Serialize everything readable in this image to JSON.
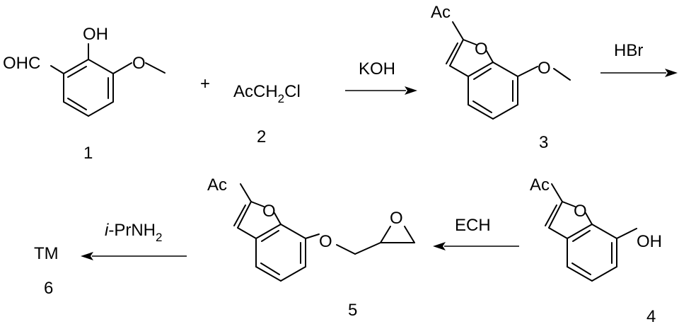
{
  "compounds": {
    "c1": {
      "number": "1",
      "labels": {
        "hydroxyl": "OH",
        "aldehyde": "OHC",
        "methoxy_o": "O"
      }
    },
    "c2": {
      "number": "2",
      "formula_main": "AcCH",
      "formula_sub": "2",
      "formula_tail": "Cl"
    },
    "c3": {
      "number": "3",
      "labels": {
        "acetyl": "Ac",
        "ring_o": "O",
        "methoxy_o": "O"
      }
    },
    "c4": {
      "number": "4",
      "labels": {
        "acetyl": "Ac",
        "ring_o": "O",
        "hydroxyl": "OH"
      }
    },
    "c5": {
      "number": "5",
      "labels": {
        "acetyl": "Ac",
        "ring_o": "O",
        "ether_o": "O",
        "epoxide_o": "O"
      }
    },
    "c6": {
      "number": "6",
      "label": "TM"
    }
  },
  "plus_sign": "+",
  "reagents": {
    "step1": "KOH",
    "step2": "HBr",
    "step3": "ECH",
    "step4_italic": "i",
    "step4_rest": "-PrNH",
    "step4_sub": "2"
  }
}
